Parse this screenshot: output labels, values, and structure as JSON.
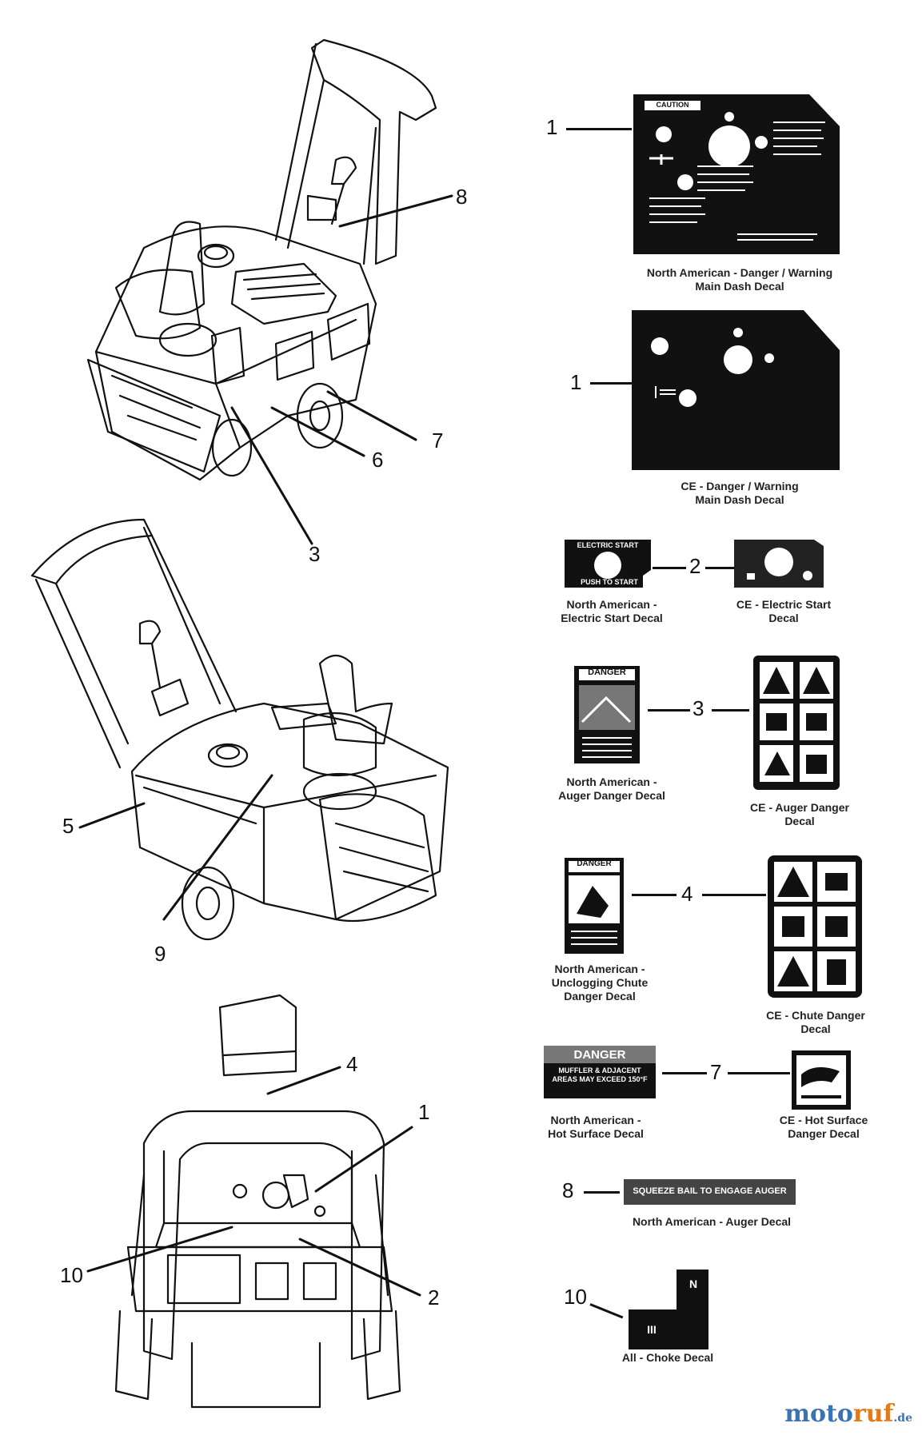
{
  "callouts": {
    "n1": "1",
    "n2": "2",
    "n3": "3",
    "n4": "4",
    "n5": "5",
    "n6": "6",
    "n7": "7",
    "n8": "8",
    "n9": "9",
    "n10": "10"
  },
  "decals": {
    "na_main_dash": "North American - Danger / Warning\nMain Dash Decal",
    "ce_main_dash": "CE - Danger / Warning\nMain Dash Decal",
    "na_electric_start": "North American -\nElectric Start Decal",
    "ce_electric_start": "CE - Electric Start\nDecal",
    "na_auger_danger": "North American -\nAuger Danger Decal",
    "ce_auger_danger": "CE - Auger Danger\nDecal",
    "na_unclog_chute": "North American -\nUnclogging Chute\nDanger Decal",
    "ce_chute_danger": "CE - Chute Danger\nDecal",
    "na_hot_surface": "North American -\nHot Surface Decal",
    "ce_hot_surface": "CE - Hot Surface\nDanger Decal",
    "na_auger": "North American - Auger Decal",
    "all_choke": "All - Choke Decal"
  },
  "decal_text": {
    "caution": "CAUTION",
    "electric_start_top": "ELECTRIC START",
    "electric_start_bottom": "PUSH TO START",
    "danger": "DANGER",
    "hot_surface_body": "MUFFLER & ADJACENT AREAS MAY EXCEED 150°F",
    "auger_strip": "SQUEEZE BAIL TO ENGAGE AUGER",
    "choke_top": "N",
    "choke_bottom": "III"
  },
  "watermark": {
    "brand_a": "moto",
    "brand_b": "ruf",
    "tld": ".de"
  },
  "colors": {
    "decal_black": "#111111",
    "logo_blue": "#3b72b4",
    "logo_orange": "#e07a1c"
  }
}
